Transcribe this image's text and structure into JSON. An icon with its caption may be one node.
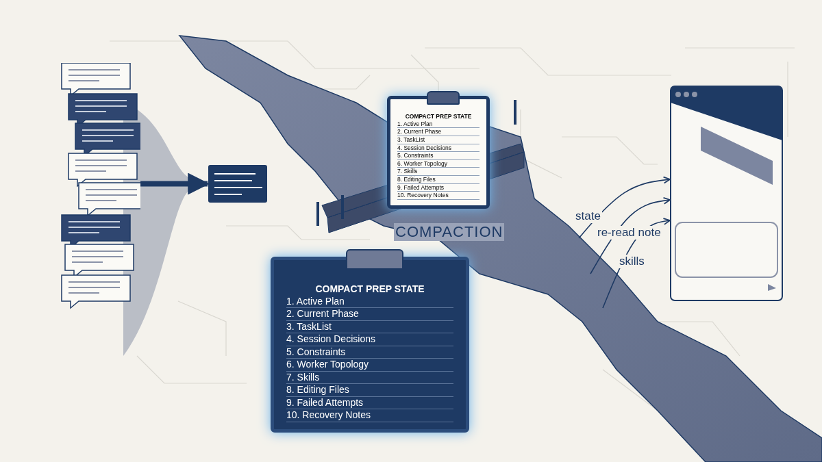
{
  "diagram": {
    "nodes": [
      {
        "text": [],
        "shape": "picture"
      },
      {
        "text": [],
        "shape": "box"
      },
      {
        "text": [
          "COMPACT PREP STATE",
          "1. Active Plan",
          "2. Current Phase",
          "3. TaskList",
          "4. Session Decisions",
          "5. Constraints",
          "6. Worker Topology",
          "7. Skills",
          "8. Editing Files",
          "9. Failed Attempts",
          "10. Recovery Notes"
        ]
      },
      {
        "text": [
          "COMPACT PREP STATE",
          "1. Active Plan",
          "2. Current Phase",
          "3. TaskList",
          "4. Session Decisions",
          "5. Constraints",
          "6. Worker Topology",
          "7. Skills",
          "8. Editing Files",
          "9. Failed Attempts",
          "10. Recovery Notes"
        ]
      },
      {
        "text": [],
        "shape": "picture"
      }
    ],
    "edges": [
      {
        "from": 0,
        "to": 1,
        "arrow": "to",
        "style": "thick"
      },
      {
        "from": null,
        "to": 4,
        "arrow": "to",
        "label": "state"
      },
      {
        "from": null,
        "to": 4,
        "arrow": "to",
        "label": "re-read note"
      },
      {
        "from": null,
        "to": 4,
        "arrow": "to",
        "label": "skills"
      }
    ],
    "labels": [
      "COMPACTION"
    ]
  }
}
